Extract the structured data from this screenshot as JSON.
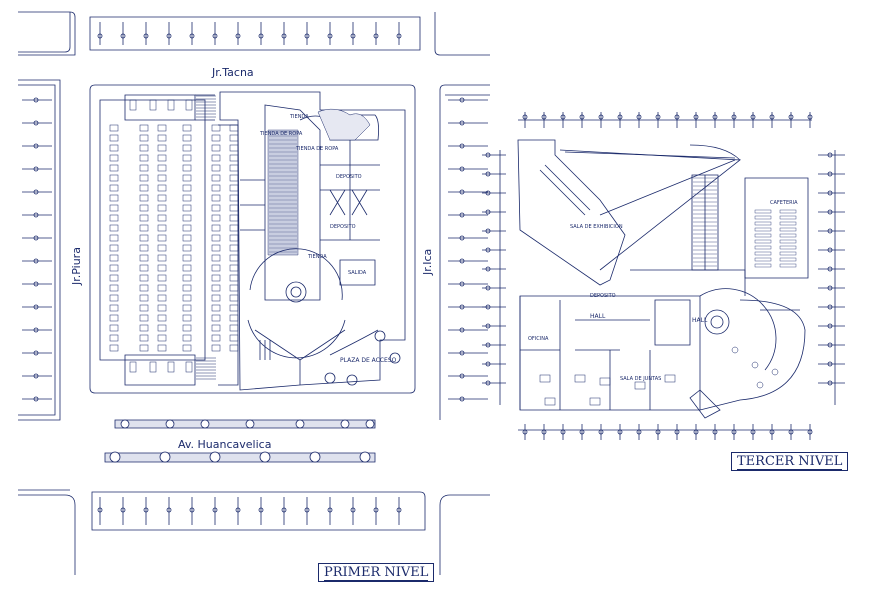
{
  "streets": {
    "north": "Jr.Tacna",
    "west": "Jr.Piura",
    "east": "Jr.Ica",
    "south": "Av. Huancavelica"
  },
  "plan1": {
    "plaza_label": "PLAZA DE ACCESO",
    "title": "PRIMER NIVEL"
  },
  "plan2": {
    "hall_label": "HALL",
    "hall_label2": "HALL",
    "title": "TERCER NIVEL"
  },
  "colors": {
    "ink": "#1b2a6b",
    "background": "#ffffff"
  }
}
